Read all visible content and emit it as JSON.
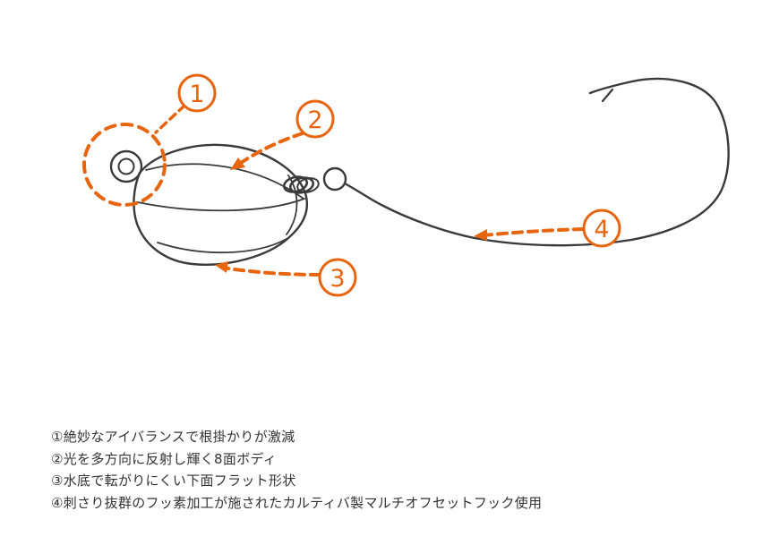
{
  "accent_color": "#e8650f",
  "line_color": "#3a3a3a",
  "callouts": [
    {
      "number": "1"
    },
    {
      "number": "2"
    },
    {
      "number": "3"
    },
    {
      "number": "4"
    }
  ],
  "legend": {
    "items": [
      "①絶妙なアイバランスで根掛かりが激減",
      "②光を多方向に反射し輝く8面ボディ",
      "③水底で転がりにくい下面フラット形状",
      "④刺さり抜群のフッ素加工が施されたカルティバ製マルチオフセットフック使用"
    ]
  }
}
